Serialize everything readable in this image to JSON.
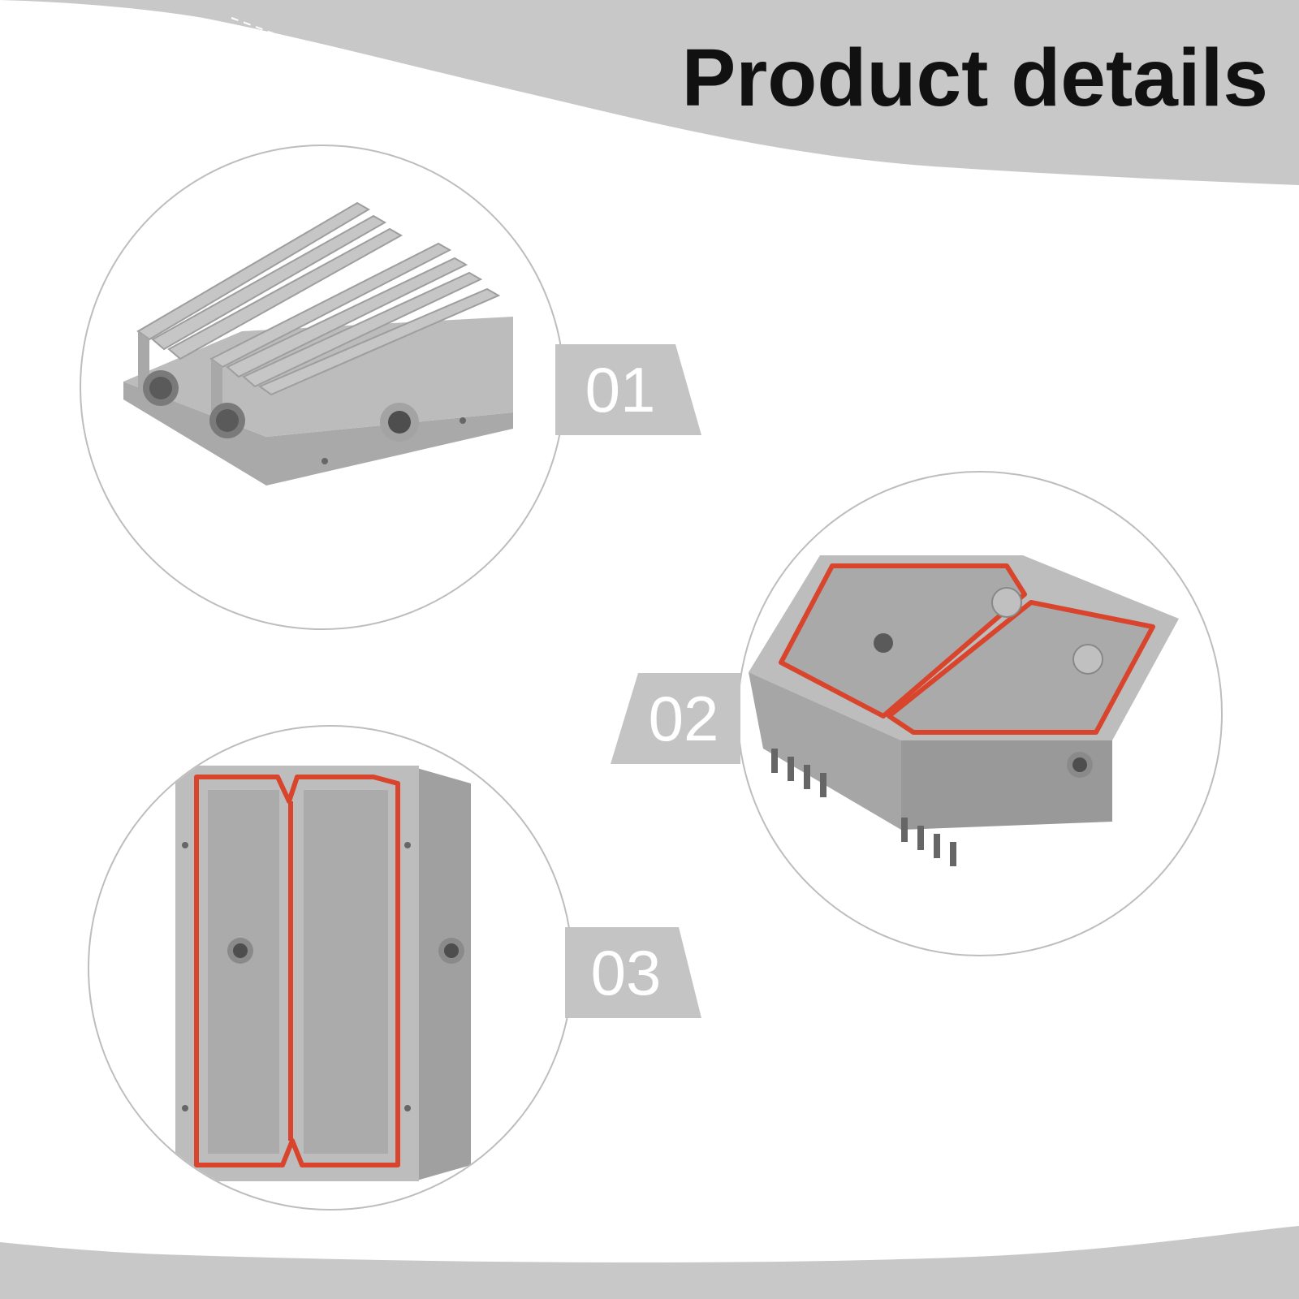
{
  "header": {
    "title": "Product details"
  },
  "details": [
    {
      "number": "01",
      "view": "top-fins-view"
    },
    {
      "number": "02",
      "view": "gasket-angled-view"
    },
    {
      "number": "03",
      "view": "gasket-front-view"
    }
  ],
  "colors": {
    "band": "#c8c8c8",
    "badge": "#c4c4c4",
    "gasket": "#d9452c",
    "metal": "#b8b8b8"
  }
}
